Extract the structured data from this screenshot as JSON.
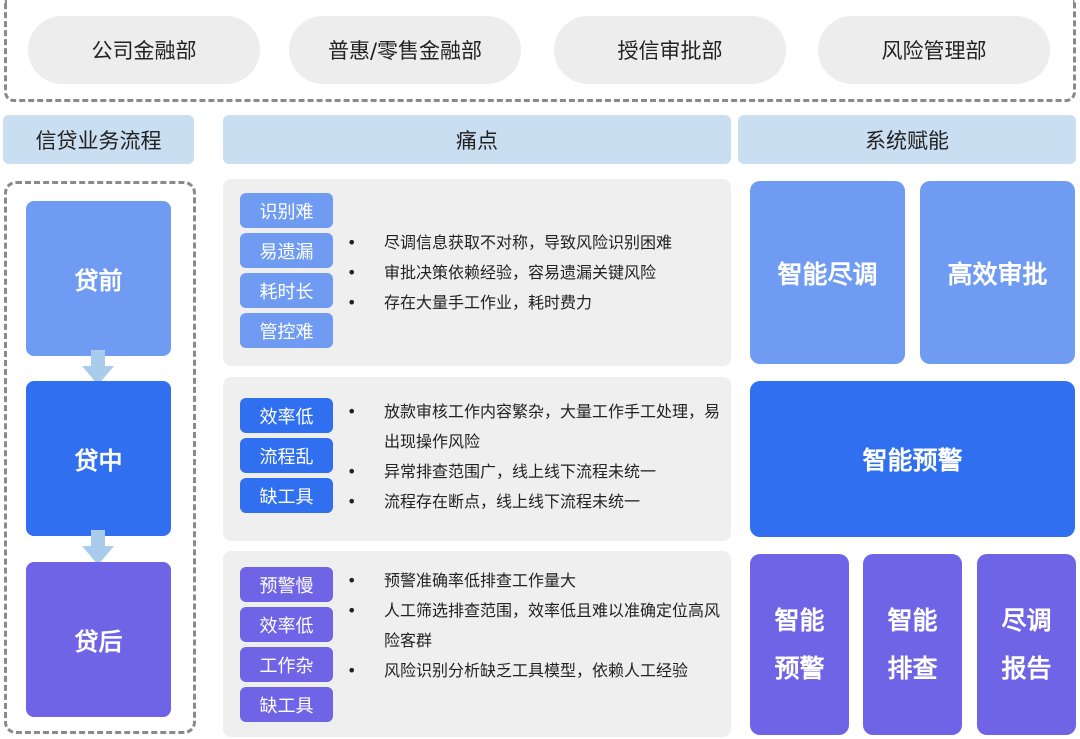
{
  "departments": [
    "公司金融部",
    "普惠/零售金融部",
    "授信审批部",
    "风险管理部"
  ],
  "headers": {
    "process": "信贷业务流程",
    "pain": "痛点",
    "system": "系统赋能"
  },
  "stages": [
    {
      "label": "贷前",
      "color": "#6f9bf2"
    },
    {
      "label": "贷中",
      "color": "#2f6ff0"
    },
    {
      "label": "贷后",
      "color": "#6f63e6"
    }
  ],
  "arrow_color": "#a9ccec",
  "pain_groups": [
    {
      "tags": [
        "识别难",
        "易遗漏",
        "耗时长",
        "管控难"
      ],
      "tag_color": "#6f9bf2",
      "points": [
        "尽调信息获取不对称，导致风险识别困难",
        "审批决策依赖经验，容易遗漏关键风险",
        "存在大量手工作业，耗时费力"
      ]
    },
    {
      "tags": [
        "效率低",
        "流程乱",
        "缺工具"
      ],
      "tag_color": "#2f6ff0",
      "points": [
        "放款审核工作内容繁杂，大量工作手工处理，易出现操作风险",
        "异常排查范围广，线上线下流程未统一",
        "流程存在断点，线上线下流程未统一"
      ]
    },
    {
      "tags": [
        "预警慢",
        "效率低",
        "工作杂",
        "缺工具"
      ],
      "tag_color": "#6f63e6",
      "points": [
        "预警准确率低排查工作量大",
        "人工筛选排查范围，效率低且难以准确定位高风险客群",
        "风险识别分析缺乏工具模型，依赖人工经验"
      ]
    }
  ],
  "system_boxes": {
    "pre": [
      "智能尽调",
      "高效审批"
    ],
    "mid": [
      "智能预警"
    ],
    "post": [
      [
        "智能",
        "预警"
      ],
      [
        "智能",
        "排查"
      ],
      [
        "尽调",
        "报告"
      ]
    ]
  }
}
